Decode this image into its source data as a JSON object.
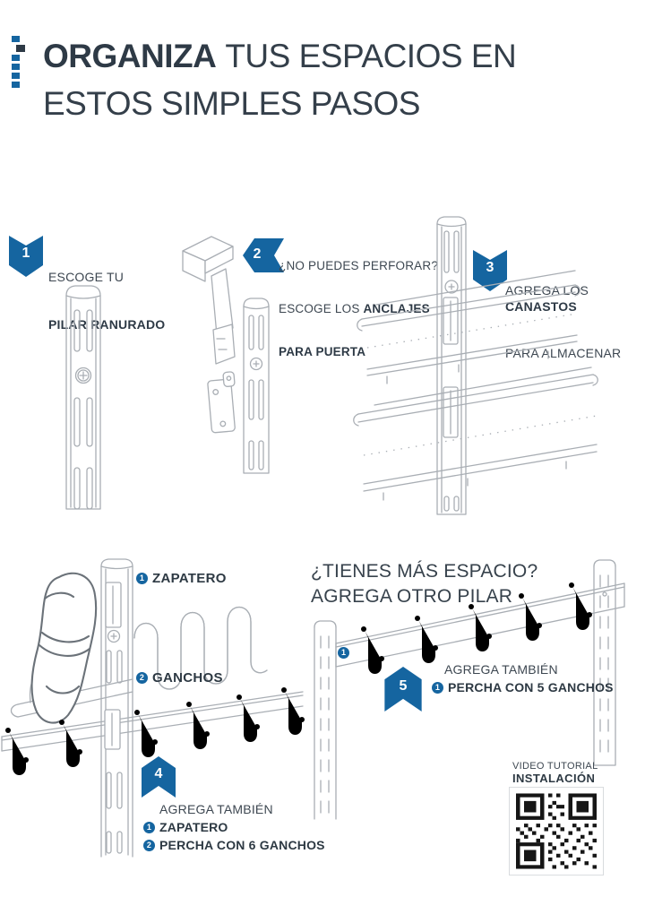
{
  "colors": {
    "accent_blue": "#1565a0",
    "dark_text": "#2e3a46",
    "body_text": "#3d4751",
    "line_art": "#a9aeb4"
  },
  "header": {
    "title_bold": "ORGANIZA",
    "title_rest": "TUS ESPACIOS EN",
    "title_line2": "ESTOS SIMPLES PASOS"
  },
  "step1": {
    "number": "1",
    "line1": "ESCOGE TU",
    "line2": "PILAR RANURADO"
  },
  "step2": {
    "number": "2",
    "line1": "¿NO PUEDES PERFORAR?",
    "line2_regular": "ESCOGE LOS ",
    "line2_bold": "ANCLAJES",
    "line3": "PARA PUERTA"
  },
  "step3": {
    "number": "3",
    "line1_regular": "AGREGA LOS ",
    "line1_bold": "CANASTOS",
    "line2": "PARA ALMACENAR"
  },
  "step4": {
    "number": "4",
    "label1_num": "1",
    "label1": "ZAPATERO",
    "label2_num": "2",
    "label2": "GANCHOS",
    "also": "AGREGA TAMBIÉN",
    "item1_num": "1",
    "item1": "ZAPATERO",
    "item2_num": "2",
    "item2": "PERCHA CON 6 GANCHOS"
  },
  "step5": {
    "number": "5",
    "heading1": "¿TIENES MÁS ESPACIO?",
    "heading2": "AGREGA OTRO PILAR",
    "rail_marker": "1",
    "also": "AGREGA TAMBIÉN",
    "item1_num": "1",
    "item1": "PERCHA CON 5 GANCHOS"
  },
  "video": {
    "line1": "VIDEO TUTORIAL",
    "line2": "INSTALACIÓN"
  }
}
